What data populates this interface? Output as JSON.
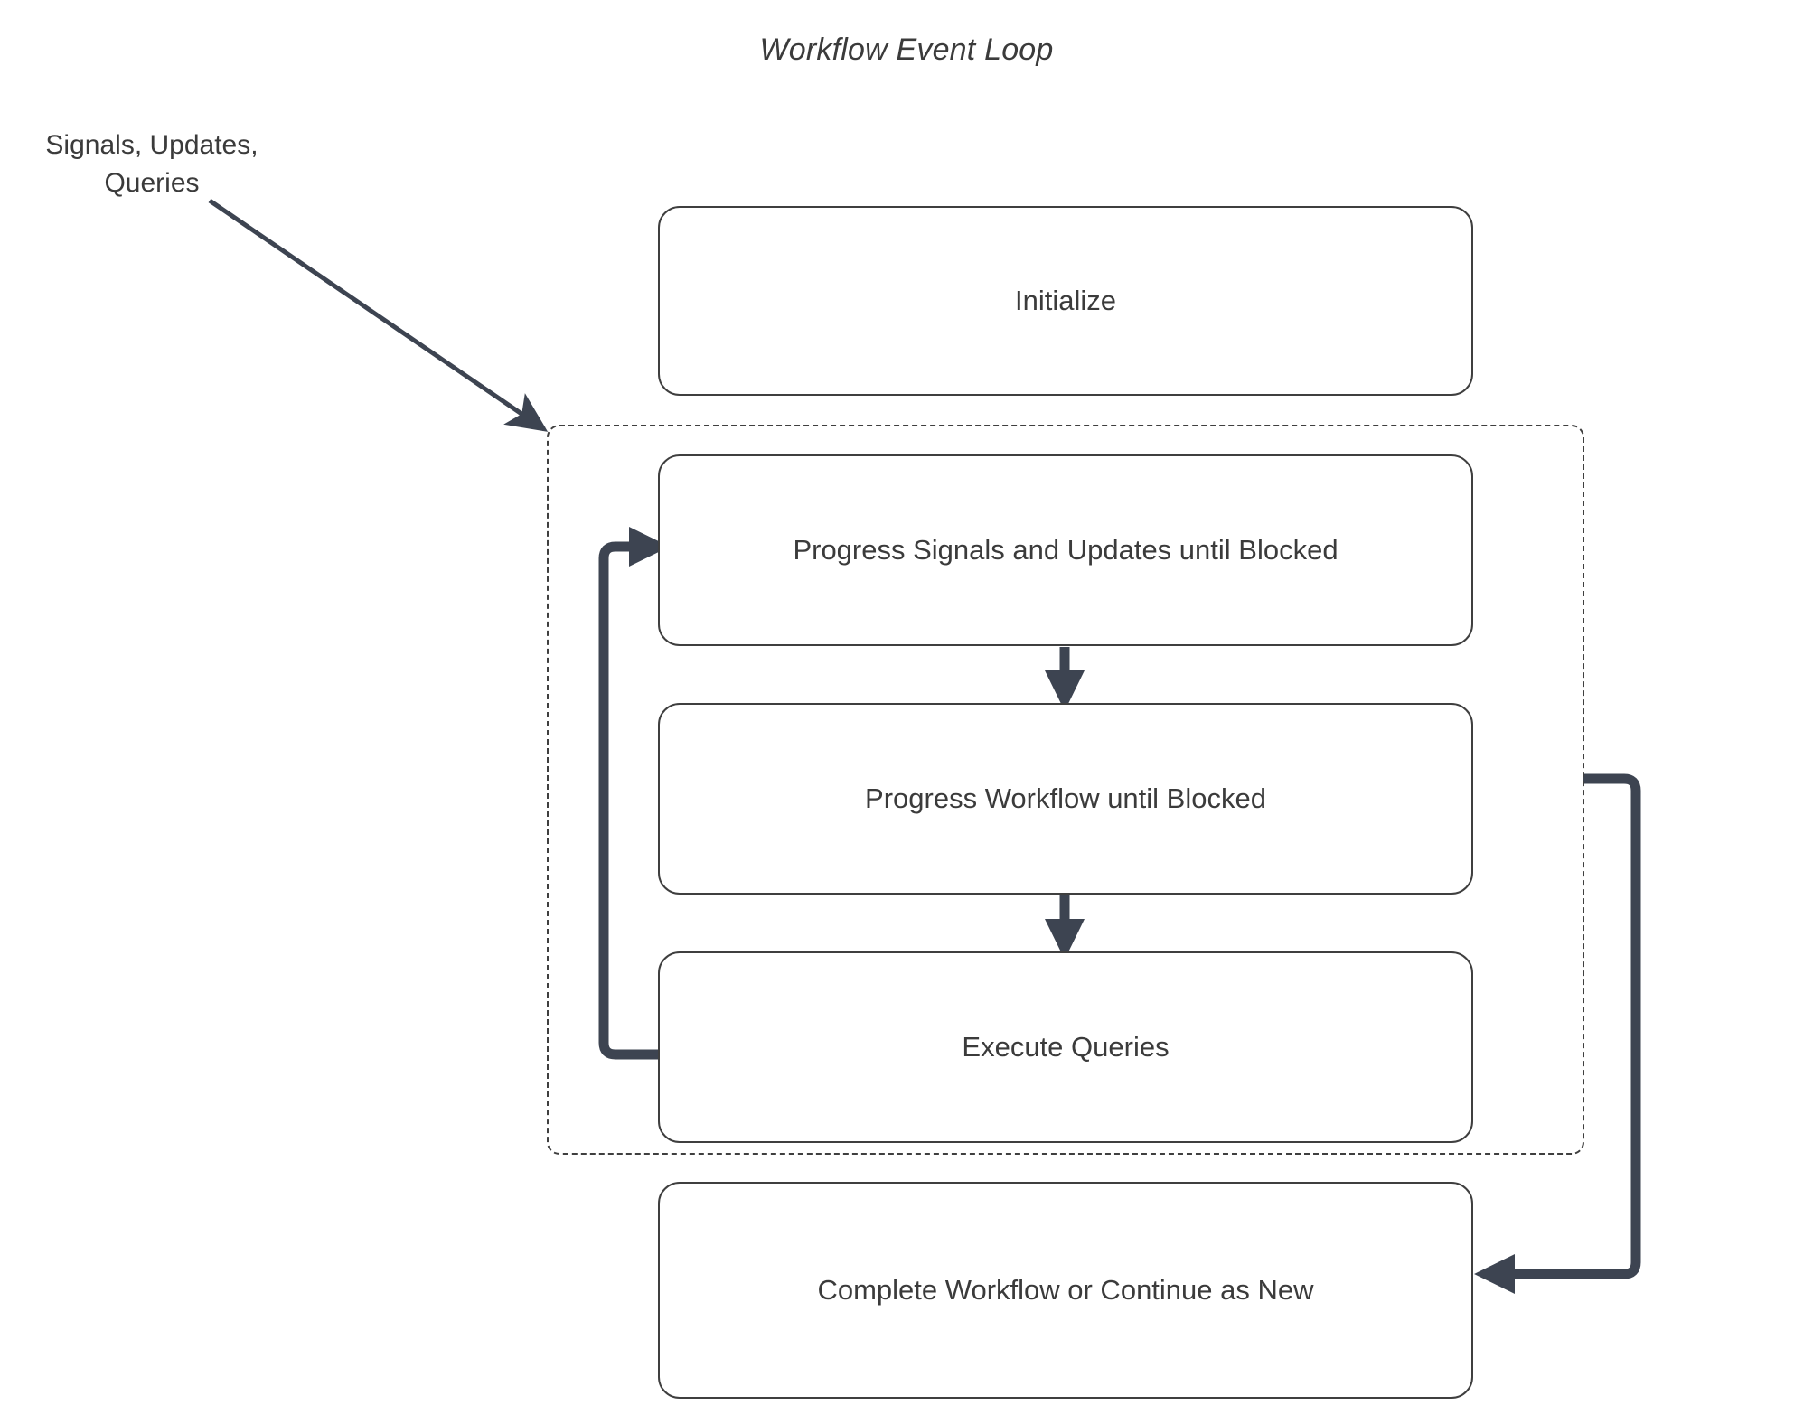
{
  "diagram": {
    "title": "Workflow Event Loop",
    "type": "flowchart",
    "theme": {
      "background": "#ffffff",
      "node_border": "#3f3f3f",
      "node_fill": "#ffffff",
      "text": "#3b3b3b",
      "arrow": "#3d4451",
      "dashed_border": "#3f3f3f"
    },
    "external_label": {
      "line1": "Signals, Updates,",
      "line2": "Queries"
    },
    "nodes": [
      {
        "id": "initialize",
        "label": "Initialize"
      },
      {
        "id": "progress_signals",
        "label": "Progress Signals and Updates until Blocked"
      },
      {
        "id": "progress_workflow",
        "label": "Progress Workflow until Blocked"
      },
      {
        "id": "execute_queries",
        "label": "Execute Queries"
      },
      {
        "id": "complete_workflow",
        "label": "Complete Workflow or Continue as New"
      }
    ],
    "group": {
      "id": "event_loop_group",
      "style": "dashed",
      "members": [
        "progress_signals",
        "progress_workflow",
        "execute_queries"
      ]
    },
    "edges": [
      {
        "from": "external_label",
        "to": "event_loop_group",
        "style": "thin-arrow"
      },
      {
        "from": "progress_signals",
        "to": "progress_workflow",
        "style": "thick-arrow-down"
      },
      {
        "from": "progress_workflow",
        "to": "execute_queries",
        "style": "thick-arrow-down"
      },
      {
        "from": "execute_queries",
        "to": "progress_signals",
        "style": "thick-loop-left"
      },
      {
        "from": "event_loop_group",
        "to": "complete_workflow",
        "style": "thick-loop-right"
      }
    ]
  }
}
